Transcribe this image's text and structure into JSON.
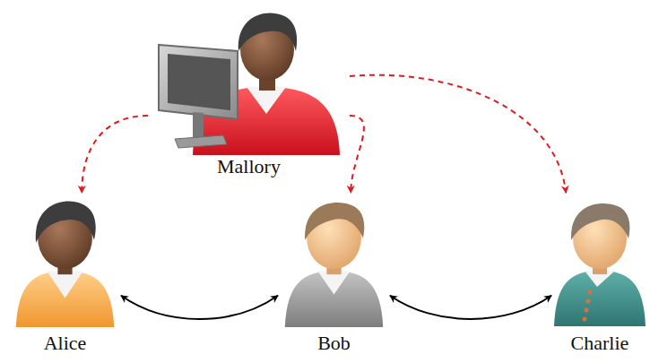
{
  "diagram": {
    "nodes": [
      {
        "text": [
          "Mallory"
        ]
      },
      {
        "text": [
          "Alice"
        ]
      },
      {
        "text": [
          "Bob"
        ]
      },
      {
        "text": [
          "Charlie"
        ]
      }
    ],
    "edges": [
      {
        "from": 0,
        "to": 1,
        "arrow": "to"
      },
      {
        "from": 0,
        "to": 2,
        "arrow": "to"
      },
      {
        "from": 0,
        "to": 3,
        "arrow": "to"
      },
      {
        "from": 1,
        "to": 2,
        "arrow": "both"
      },
      {
        "from": 2,
        "to": 3,
        "arrow": "both"
      }
    ]
  }
}
